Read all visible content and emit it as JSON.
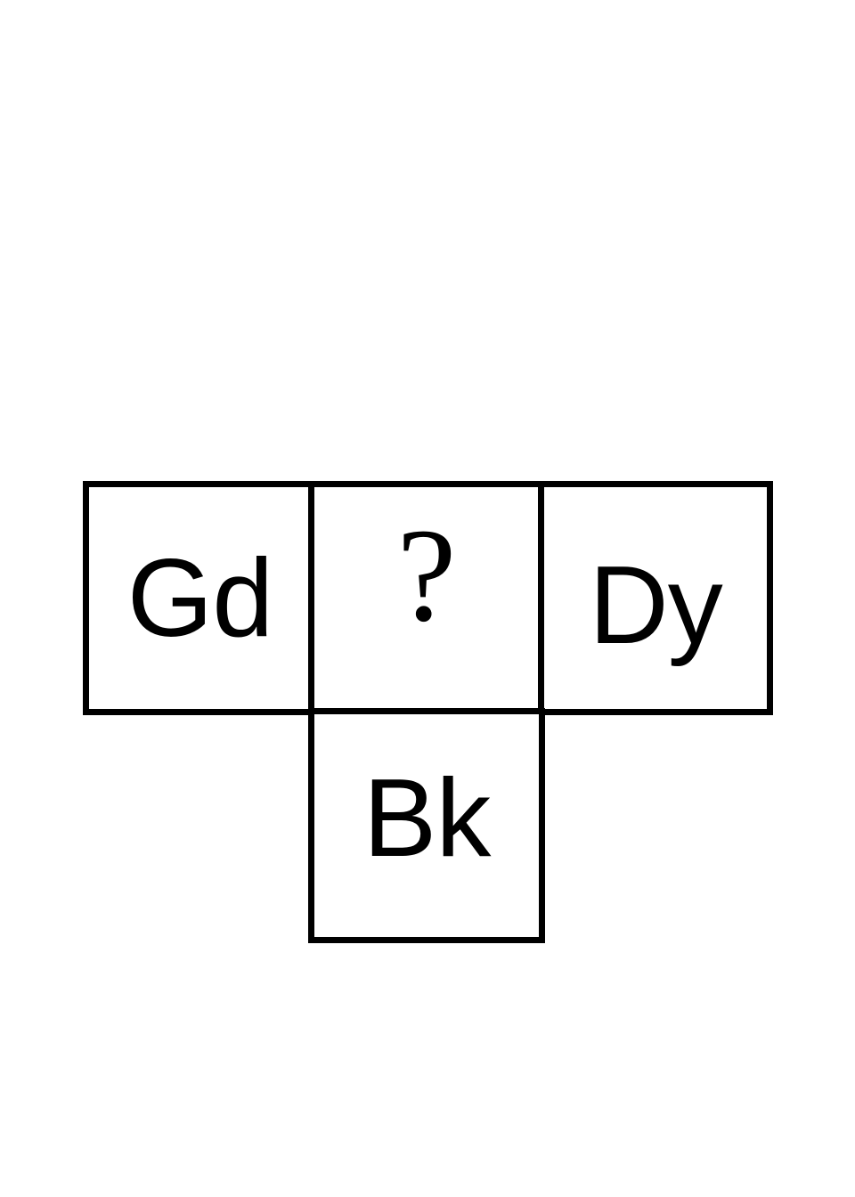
{
  "cells": {
    "top_left": "Gd",
    "top_center": "?",
    "top_right": "Dy",
    "bottom_center": "Bk"
  }
}
